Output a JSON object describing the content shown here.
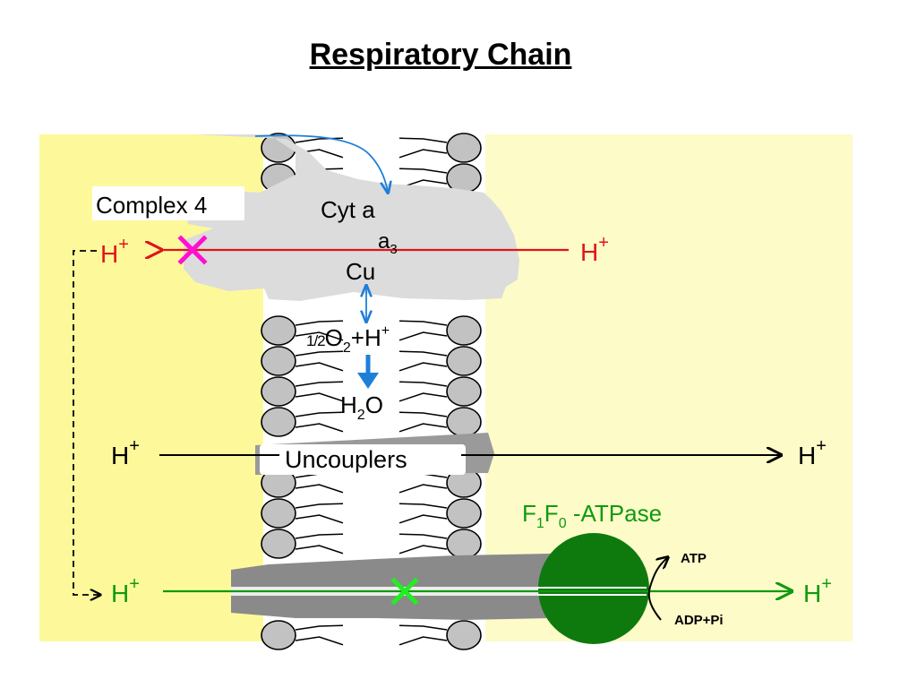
{
  "title": "Respiratory Chain",
  "colors": {
    "left_space": "#fdf99b",
    "right_space": "#fdfbc8",
    "complex_cloud": "#dcdcdc",
    "lipid_head": "#c2c2c2",
    "atpase_stalk": "#8a8a8a",
    "atpase_head": "#0e7a0e",
    "red": "#e0141a",
    "green": "#109a10",
    "blue": "#1e7fd8",
    "magenta": "#ff10d0",
    "bright_green": "#22ee22"
  },
  "labels": {
    "complex": "Complex 4",
    "cyt_a": "Cyt a",
    "a3_base": "a",
    "a3_sub": "3",
    "cu": "Cu",
    "half": "1/2",
    "o2_base": "O",
    "o2_sub": "2",
    "plus_h": "+H",
    "plus_sup": "+",
    "water_h": "H",
    "water_sub": "2",
    "water_o": "O",
    "uncouplers": "Uncouplers",
    "atpase_f": "F",
    "atpase_sub1": "1",
    "atpase_f2": "F",
    "atpase_sub0": "0",
    "atpase_rest": " -ATPase",
    "atp": "ATP",
    "adp_pi": "ADP+Pi",
    "proton": "H",
    "proton_sup": "+"
  }
}
